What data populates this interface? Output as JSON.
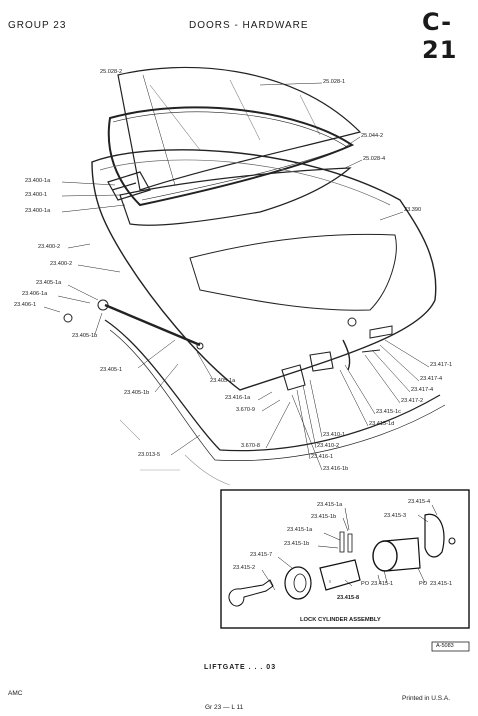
{
  "header": {
    "group": "GROUP 23",
    "section": "DOORS - HARDWARE",
    "page": "C-21"
  },
  "labels": {
    "l1": "25.028-2",
    "l2": "25.028-1",
    "l3": "25.044-2",
    "l4": "25.028-4",
    "l5": "23.400-1a",
    "l6": "23.400-1",
    "l7": "23.400-1a",
    "l8": "23.390",
    "l9": "23.400-2",
    "l10": "23.400-2",
    "l11": "23.405-1a",
    "l12": "23.406-1a",
    "l13": "23.406-1",
    "l14": "23.405-1b",
    "l15": "23.405-1",
    "l16": "23.405-1a",
    "l17": "23.405-1b",
    "l18": "23.416-1a",
    "l19": "3.670-9",
    "l20": "3.670-8",
    "l21": "23.013-5",
    "l22": "23.417-1",
    "l23": "23.417-4",
    "l24": "23.417-4",
    "l25": "23.417-2",
    "l26": "23.415-1c",
    "l27": "23.415-1d",
    "l28": "23.410-1",
    "l29": "23.410-2",
    "l30": "23.416-1",
    "l31": "23.416-1b"
  },
  "inset": {
    "title": "LOCK CYLINDER ASSEMBLY",
    "labels": {
      "i1": "23.415-1a",
      "i2": "23.415-1b",
      "i3": "23.415-1a",
      "i4": "23.415-1b",
      "i5": "23.415-7",
      "i6": "23.415-2",
      "i7": "23.415-8",
      "i8": "23.415-1",
      "i9": "23.415-1",
      "i10": "23.415-4",
      "i11": "23.415-3",
      "i12": "PO",
      "i13": "PO"
    }
  },
  "ref_code": "A-5083",
  "caption": "LIFTGATE . . . 03",
  "footer": {
    "left": "AMC",
    "center": "Gr 23 — L 11",
    "right": "Printed in U.S.A."
  }
}
